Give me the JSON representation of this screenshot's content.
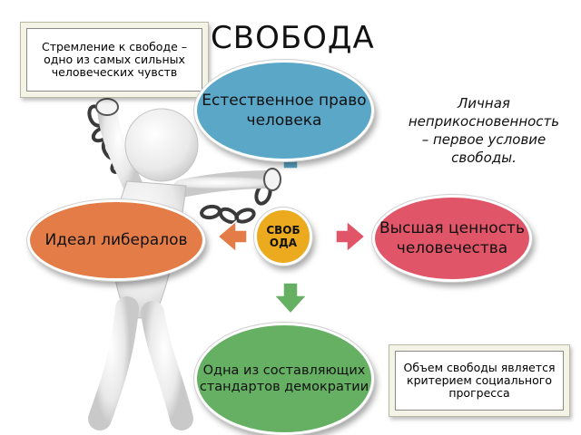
{
  "title": "СВОБОДА",
  "note_top_left": "Стремление к свободе – одно из самых сильных человеческих чувств",
  "quote": "Личная неприкосновенность – первое условие свободы.",
  "center": "СВОБОДА",
  "nodes": {
    "top": "Естественное право человека",
    "left": "Идеал либералов",
    "right": "Высшая ценность человечества",
    "bottom": "Одна из составляющих стандартов демократии"
  },
  "note_bottom_right": "Объем свободы является критерием социального прогресса",
  "colors": {
    "top": "#5aa7c8",
    "left": "#e37c47",
    "right": "#e05568",
    "bottom": "#65b062",
    "center": "#ecaa1f",
    "arrow_up": "#5aa7c8",
    "arrow_left": "#e37c47",
    "arrow_right": "#e05568",
    "arrow_down": "#65b062"
  },
  "decoration": "figure-breaking-chains"
}
